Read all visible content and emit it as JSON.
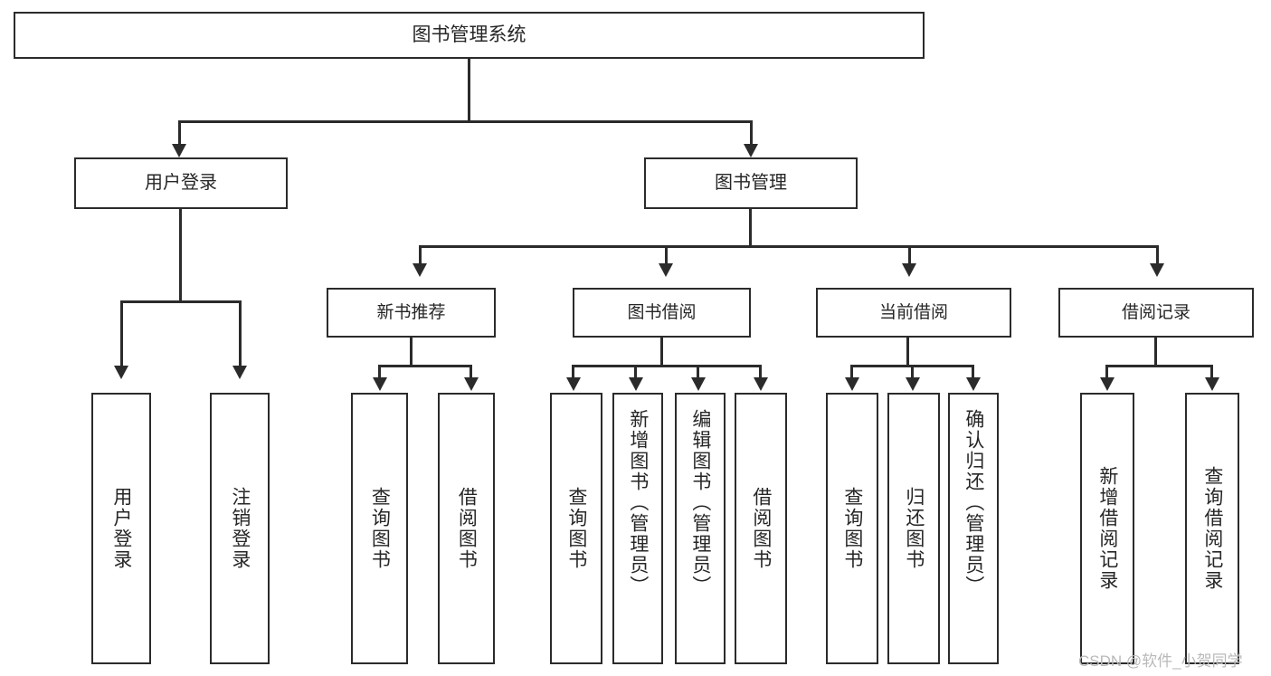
{
  "diagram": {
    "type": "tree-hierarchy",
    "title": "图书管理系统",
    "root": {
      "label": "图书管理系统"
    },
    "level1": [
      {
        "label": "用户登录"
      },
      {
        "label": "图书管理"
      }
    ],
    "level2": [
      {
        "label": "新书推荐"
      },
      {
        "label": "图书借阅"
      },
      {
        "label": "当前借阅"
      },
      {
        "label": "借阅记录"
      }
    ],
    "leaves": {
      "user_login": [
        {
          "label": "用户登录"
        },
        {
          "label": "注销登录"
        }
      ],
      "new_book_recommend": [
        {
          "label": "查询图书"
        },
        {
          "label": "借阅图书"
        }
      ],
      "book_borrow": [
        {
          "label": "查询图书"
        },
        {
          "label": "新增图书（管理员）"
        },
        {
          "label": "编辑图书（管理员）"
        },
        {
          "label": "借阅图书"
        }
      ],
      "current_borrow": [
        {
          "label": "查询图书"
        },
        {
          "label": "归还图书"
        },
        {
          "label": "确认归还（管理员）"
        }
      ],
      "borrow_record": [
        {
          "label": "新增借阅记录"
        },
        {
          "label": "查询借阅记录"
        }
      ]
    }
  },
  "watermark": {
    "text": "CSDN @软件_小贺同学"
  },
  "colors": {
    "stroke": "#2b2b2b",
    "background": "#ffffff",
    "text": "#262626",
    "watermark": "#b9b9b9"
  }
}
